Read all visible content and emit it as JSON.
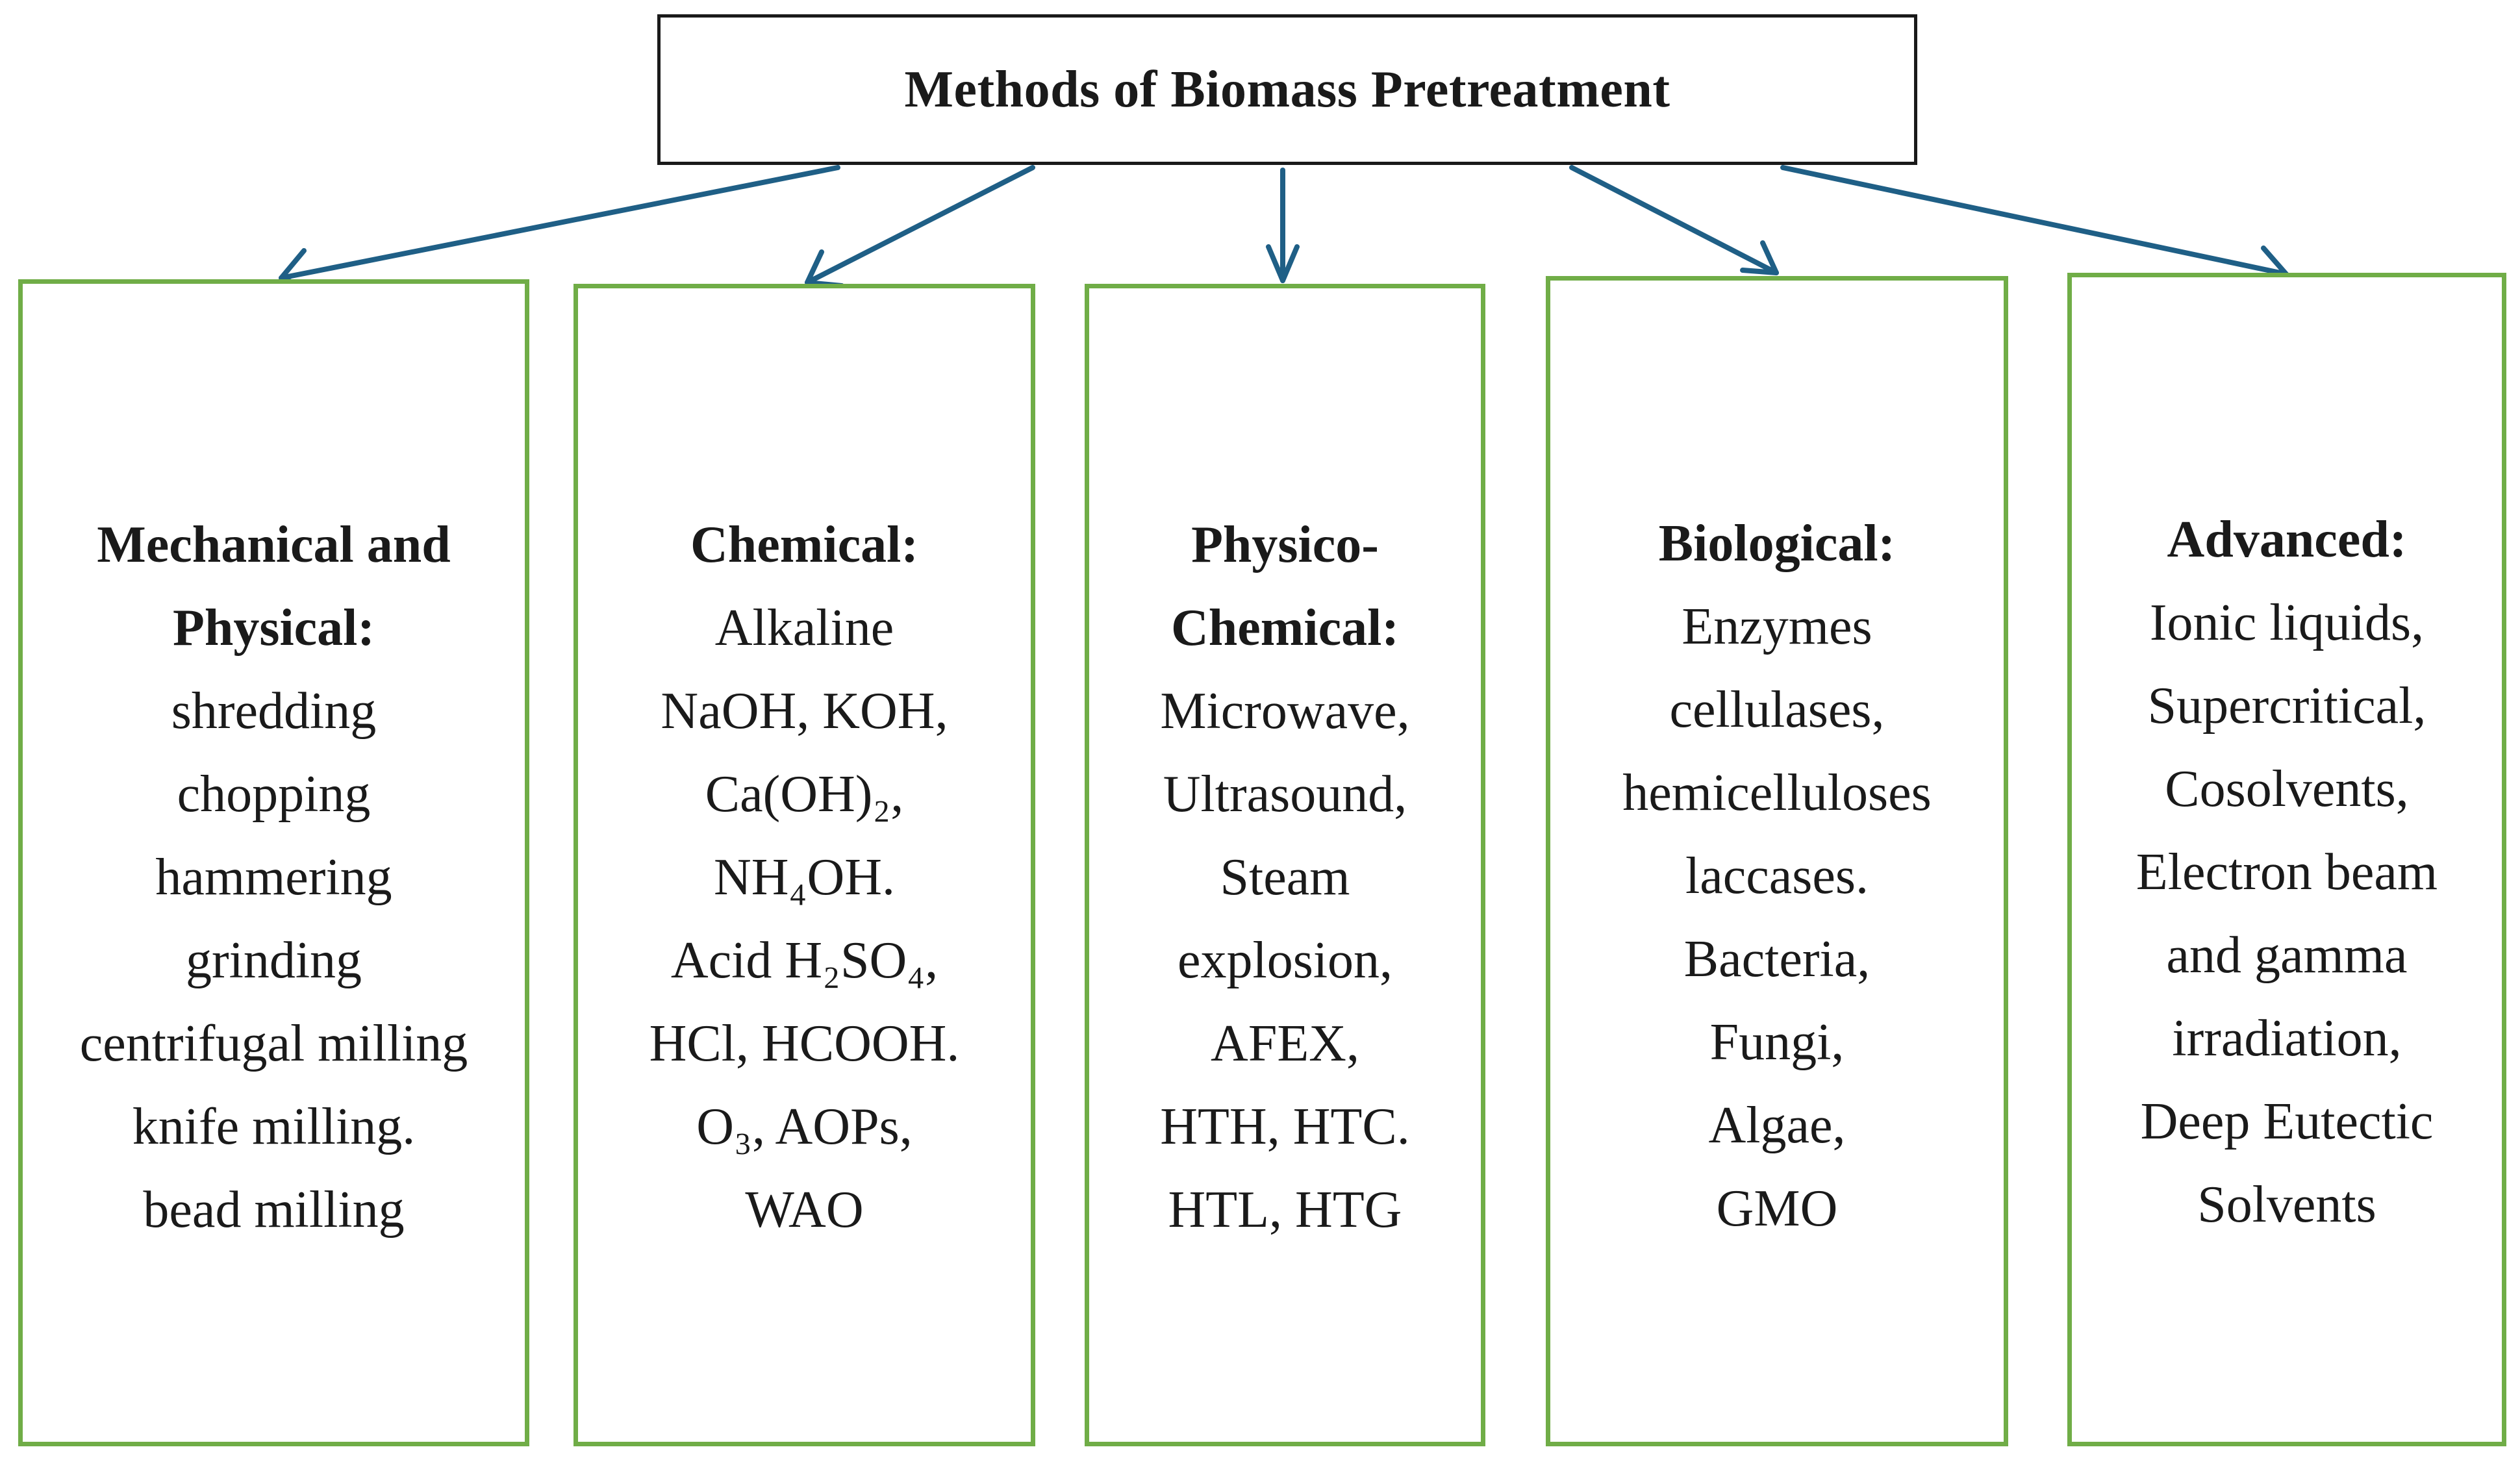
{
  "diagram": {
    "root": {
      "title": "Methods of Biomass Pretreatment"
    },
    "categories": [
      {
        "heading": [
          "Mechanical and",
          "Physical:"
        ],
        "items": [
          "shredding",
          "chopping",
          "hammering",
          "grinding",
          "centrifugal milling",
          "knife milling.",
          "bead milling"
        ]
      },
      {
        "heading": [
          "Chemical:"
        ],
        "items": [
          "Alkaline",
          "NaOH, KOH,",
          "Ca(OH)₂,",
          "NH₄OH.",
          "Acid H₂SO₄,",
          "HCl, HCOOH.",
          "O₃, AOPs,",
          "WAO"
        ]
      },
      {
        "heading": [
          "Physico-",
          "Chemical:"
        ],
        "items": [
          "Microwave,",
          "Ultrasound,",
          "Steam",
          "explosion,",
          "AFEX,",
          "HTH, HTC.",
          "HTL, HTG"
        ]
      },
      {
        "heading": [
          "Biological:"
        ],
        "items": [
          "Enzymes",
          "cellulases,",
          "hemicelluloses",
          "laccases.",
          "Bacteria,",
          "Fungi,",
          "Algae,",
          "GMO"
        ]
      },
      {
        "heading": [
          "Advanced:"
        ],
        "items": [
          "Ionic liquids,",
          "Supercritical,",
          "Cosolvents,",
          "Electron beam",
          "and gamma",
          "irradiation,",
          "Deep Eutectic",
          "Solvents"
        ]
      }
    ],
    "colors": {
      "arrow": "#1f5f86",
      "category_border": "#70ad47",
      "root_border": "#1a1a1a"
    }
  }
}
